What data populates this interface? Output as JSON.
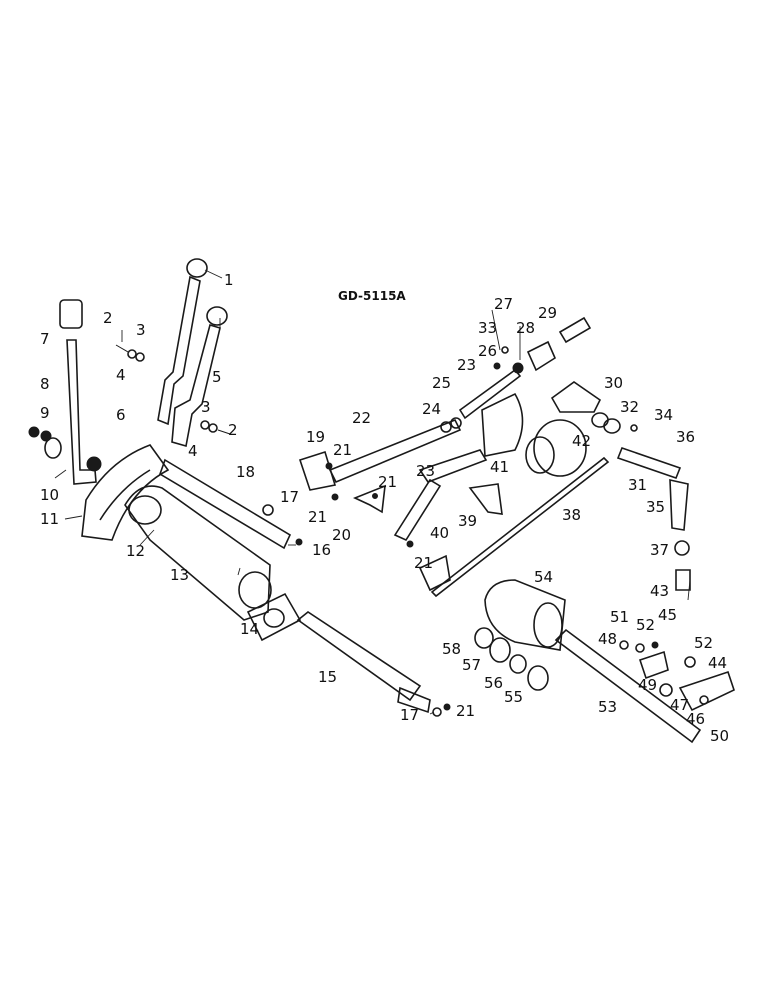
{
  "drawing_code": "GD-5115A",
  "callouts": [
    "1",
    "2",
    "3",
    "4",
    "5",
    "6",
    "7",
    "8",
    "9",
    "10",
    "11",
    "12",
    "13",
    "14",
    "15",
    "16",
    "17",
    "18",
    "19",
    "20",
    "21",
    "22",
    "23",
    "24",
    "25",
    "26",
    "27",
    "28",
    "29",
    "30",
    "31",
    "32",
    "33",
    "34",
    "35",
    "36",
    "37",
    "38",
    "39",
    "40",
    "41",
    "42",
    "43",
    "44",
    "45",
    "46",
    "47",
    "48",
    "49",
    "50",
    "51",
    "52",
    "53",
    "54",
    "55",
    "56",
    "57",
    "58"
  ],
  "icons": {
    "diagram": "exploded-parts-diagram-icon"
  }
}
